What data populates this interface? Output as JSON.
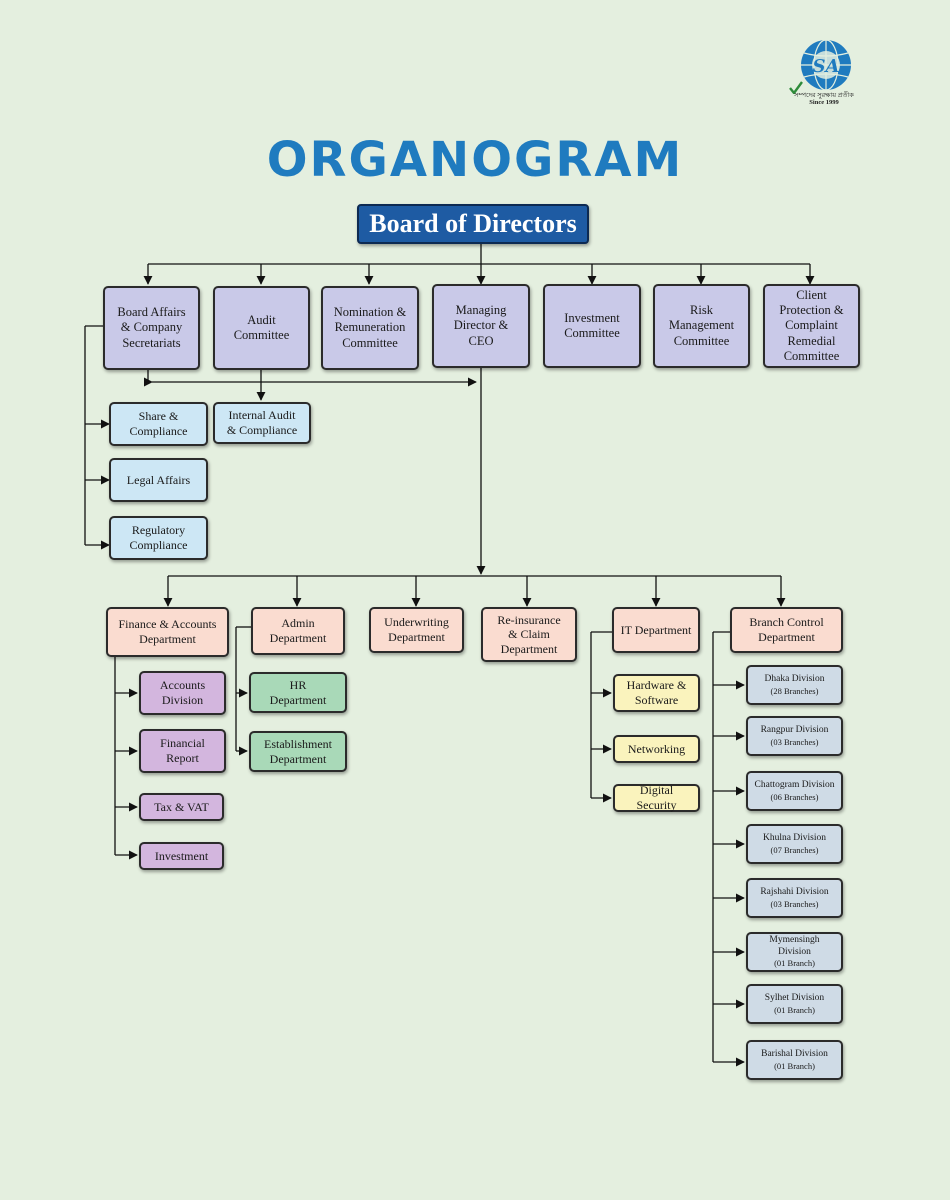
{
  "title": "ORGANOGRAM",
  "logo": {
    "initials": "SA",
    "tagline": "সম্পদের সুরক্ষায় প্রতীক",
    "since": "Since 1999",
    "color": "#1f7bbf"
  },
  "board": "Board of Directors",
  "committees": [
    "Board Affairs\n& Company\nSecretariats",
    "Audit\nCommittee",
    "Nomination &\nRemuneration\nCommittee",
    "Managing\nDirector &\nCEO",
    "Investment\nCommittee",
    "Risk\nManagement\nCommittee",
    "Client\nProtection &\nComplaint\nRemedial\nCommittee"
  ],
  "board_affairs_units": [
    "Share &\nCompliance",
    "Legal Affairs",
    "Regulatory\nCompliance"
  ],
  "audit_unit": "Internal Audit\n& Compliance",
  "departments": [
    "Finance & Accounts\nDepartment",
    "Admin\nDepartment",
    "Underwriting\nDepartment",
    "Re-insurance\n& Claim\nDepartment",
    "IT Department",
    "Branch Control\nDepartment"
  ],
  "finance_units": [
    "Accounts\nDivision",
    "Financial\nReport",
    "Tax & VAT",
    "Investment"
  ],
  "admin_units": [
    "HR\nDepartment",
    "Establishment\nDepartment"
  ],
  "it_units": [
    "Hardware &\nSoftware",
    "Networking",
    "Digital Security"
  ],
  "divisions": [
    {
      "name": "Dhaka Division",
      "branches": "(28 Branches)"
    },
    {
      "name": "Rangpur Division",
      "branches": "(03 Branches)"
    },
    {
      "name": "Chattogram Division",
      "branches": "(06 Branches)"
    },
    {
      "name": "Khulna Division",
      "branches": "(07 Branches)"
    },
    {
      "name": "Rajshahi Division",
      "branches": "(03 Branches)"
    },
    {
      "name": "Mymensingh Division",
      "branches": "(01 Branch)"
    },
    {
      "name": "Sylhet Division",
      "branches": "(01 Branch)"
    },
    {
      "name": "Barishal Division",
      "branches": "(01 Branch)"
    }
  ]
}
